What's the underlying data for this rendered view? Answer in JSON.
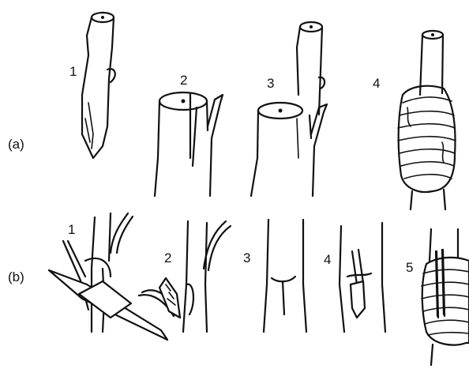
{
  "row_a": {
    "label": "(a)",
    "steps": [
      "1",
      "2",
      "3",
      "4"
    ]
  },
  "row_b": {
    "label": "(b)",
    "steps": [
      "1",
      "2",
      "3",
      "4",
      "5"
    ]
  }
}
